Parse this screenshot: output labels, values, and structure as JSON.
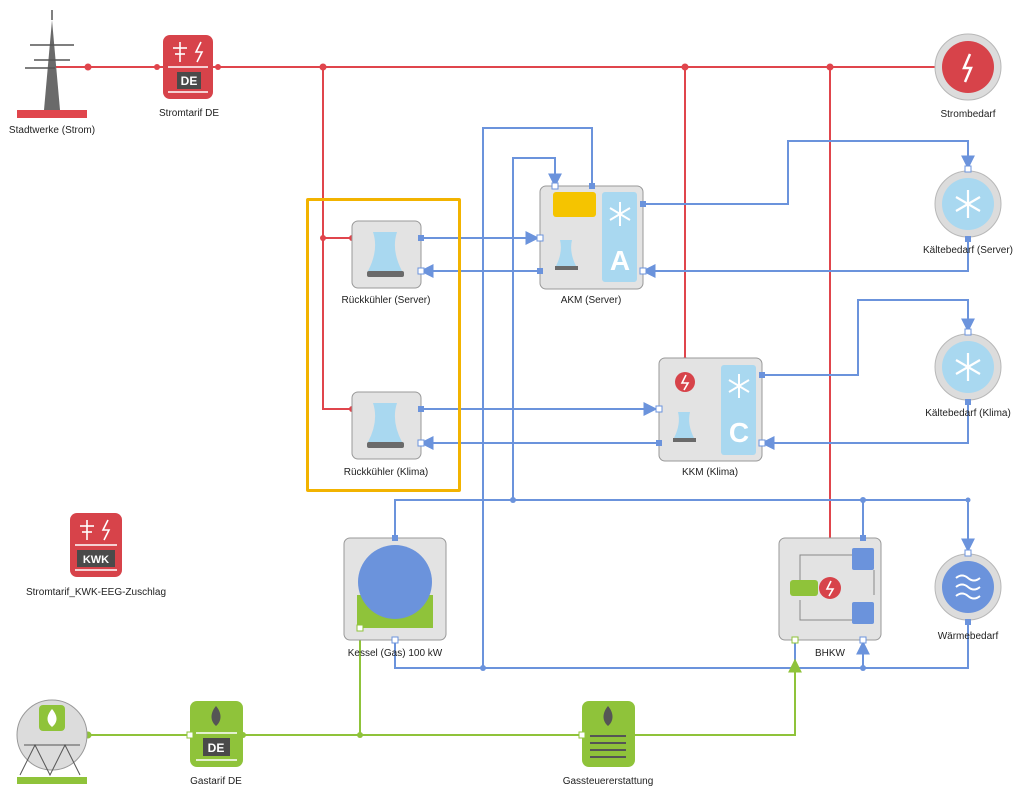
{
  "diagram": {
    "title": "",
    "nodes": {
      "stadtwerke_strom": {
        "label": "Stadtwerke (Strom)",
        "icon": "power-pylon-icon"
      },
      "stromtarif_de": {
        "label": "Stromtarif DE",
        "badge": "DE",
        "icon": "electricity-tariff-icon"
      },
      "strombedarf": {
        "label": "Strombedarf",
        "icon": "lightning-icon"
      },
      "kaeltebedarf_server": {
        "label": "Kältebedarf (Server)",
        "icon": "snowflake-icon"
      },
      "kaeltebedarf_klima": {
        "label": "Kältebedarf (Klima)",
        "icon": "snowflake-icon"
      },
      "waermebedarf": {
        "label": "Wärmebedarf",
        "icon": "heat-waves-icon"
      },
      "rueckkuehler_server": {
        "label": "Rückkühler (Server)",
        "icon": "cooling-tower-icon"
      },
      "rueckkuehler_klima": {
        "label": "Rückkühler (Klima)",
        "icon": "cooling-tower-icon"
      },
      "akm_server": {
        "label": "AKM (Server)",
        "letter": "A",
        "icon": "absorption-chiller-icon"
      },
      "kkm_klima": {
        "label": "KKM (Klima)",
        "letter": "C",
        "icon": "compression-chiller-icon"
      },
      "kessel": {
        "label": "Kessel (Gas) 100 kW",
        "icon": "boiler-icon"
      },
      "bhkw": {
        "label": "BHKW",
        "icon": "chp-unit-icon"
      },
      "kwk_tarif": {
        "label": "Stromtarif_KWK-EEG-Zuschlag",
        "badge": "KWK",
        "icon": "electricity-tariff-icon"
      },
      "gas_source": {
        "label": "",
        "icon": "gas-tank-icon"
      },
      "gastarif_de": {
        "label": "Gastarif DE",
        "badge": "DE",
        "icon": "gas-tariff-icon"
      },
      "gassteuer": {
        "label": "Gassteuererstattung",
        "icon": "gas-tax-refund-icon"
      }
    }
  },
  "colors": {
    "electricity": "#e0454c",
    "heat_cold": "#6b93dc",
    "gas": "#8fc33a",
    "selection": "#f2b300",
    "cold_bg": "#a9d8f0",
    "node_bg": "#e3e3e3",
    "icon_dark": "#6a6a6a"
  }
}
